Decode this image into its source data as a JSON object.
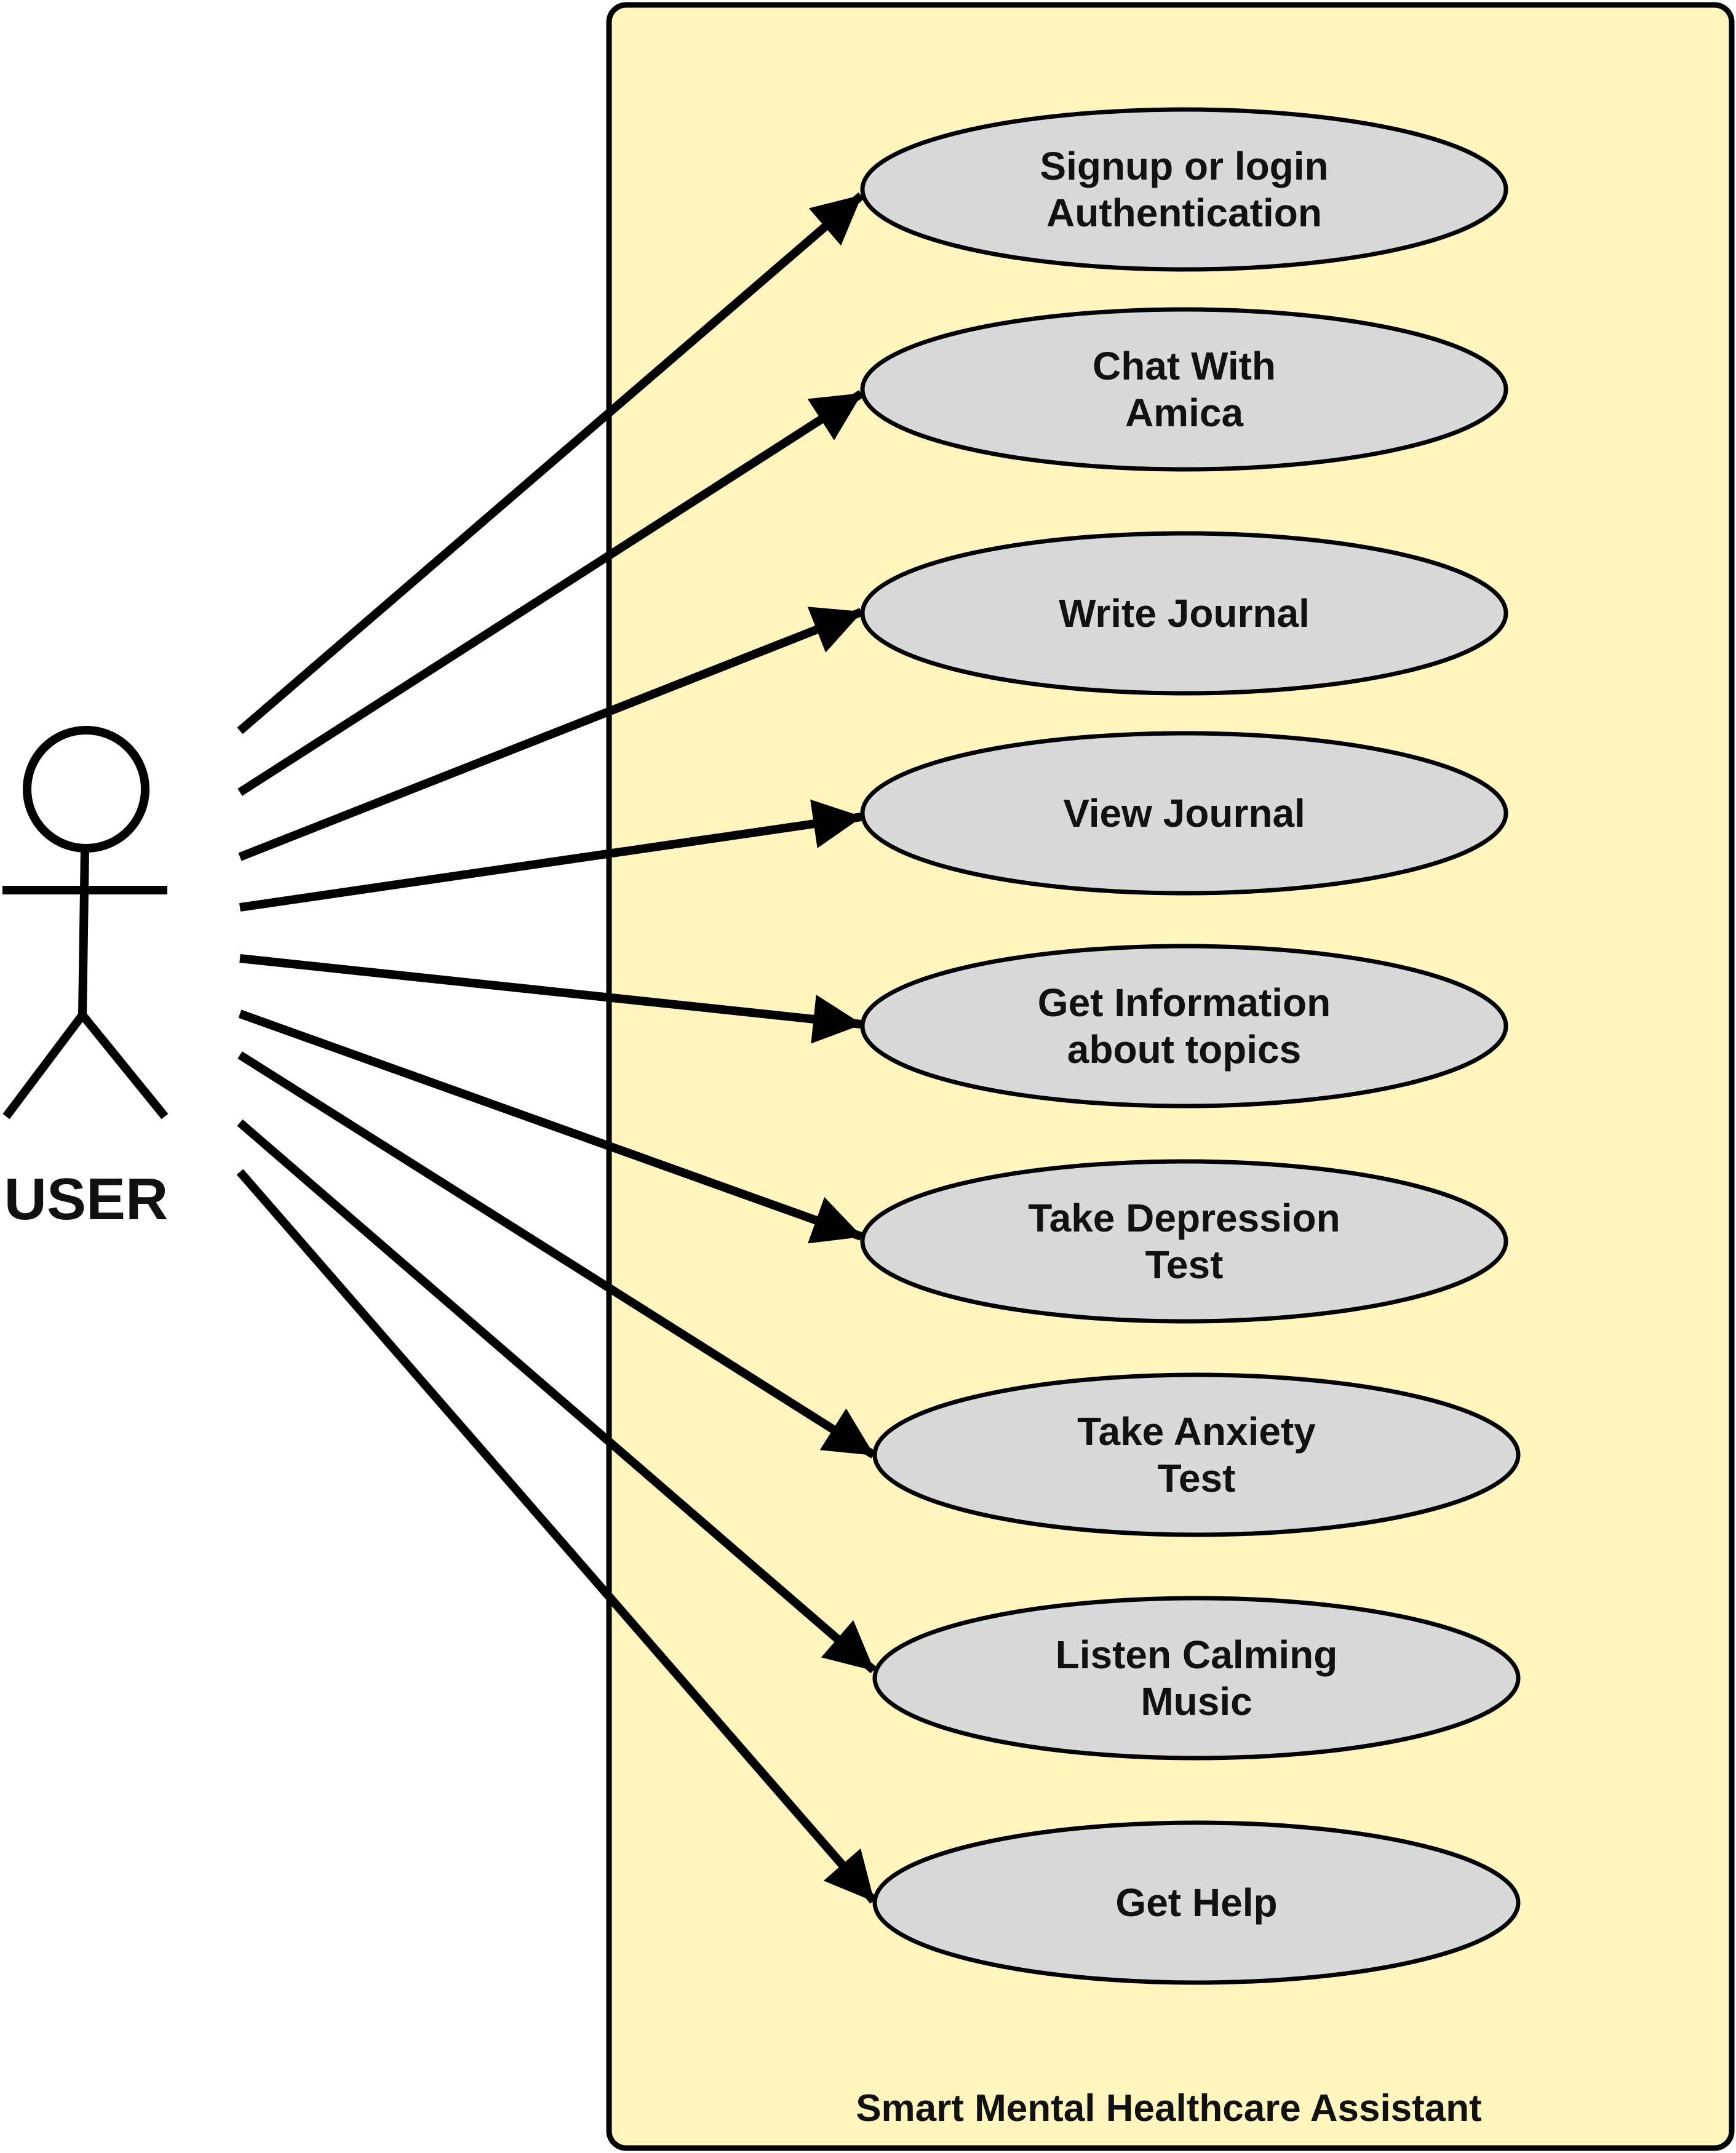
{
  "actor": {
    "label": "USER"
  },
  "system": {
    "label": "Smart Mental Healthcare Assistant"
  },
  "use_cases": [
    {
      "id": "signup",
      "lines": [
        "Signup or login",
        "Authentication"
      ]
    },
    {
      "id": "chat",
      "lines": [
        "Chat With",
        "Amica"
      ]
    },
    {
      "id": "write-journal",
      "lines": [
        "Write Journal"
      ]
    },
    {
      "id": "view-journal",
      "lines": [
        "View Journal"
      ]
    },
    {
      "id": "get-info",
      "lines": [
        "Get Information",
        "about topics"
      ]
    },
    {
      "id": "depression-test",
      "lines": [
        "Take Depression",
        "Test"
      ]
    },
    {
      "id": "anxiety-test",
      "lines": [
        "Take Anxiety",
        "Test"
      ]
    },
    {
      "id": "calming-music",
      "lines": [
        "Listen Calming",
        "Music"
      ]
    },
    {
      "id": "get-help",
      "lines": [
        "Get Help"
      ]
    }
  ],
  "colors": {
    "system_fill": "#FFF6BF",
    "use_case_fill": "#D9D9D9",
    "stroke": "#000000"
  }
}
